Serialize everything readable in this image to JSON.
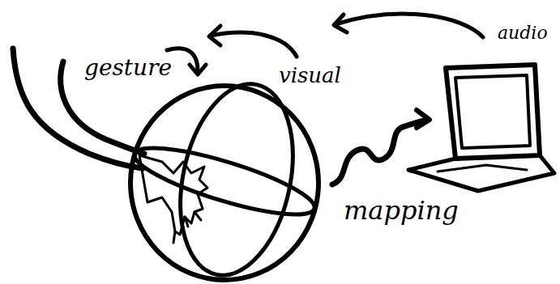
{
  "diagram": {
    "labels": [
      "audio",
      "gesture",
      "visual",
      "mapping"
    ]
  }
}
